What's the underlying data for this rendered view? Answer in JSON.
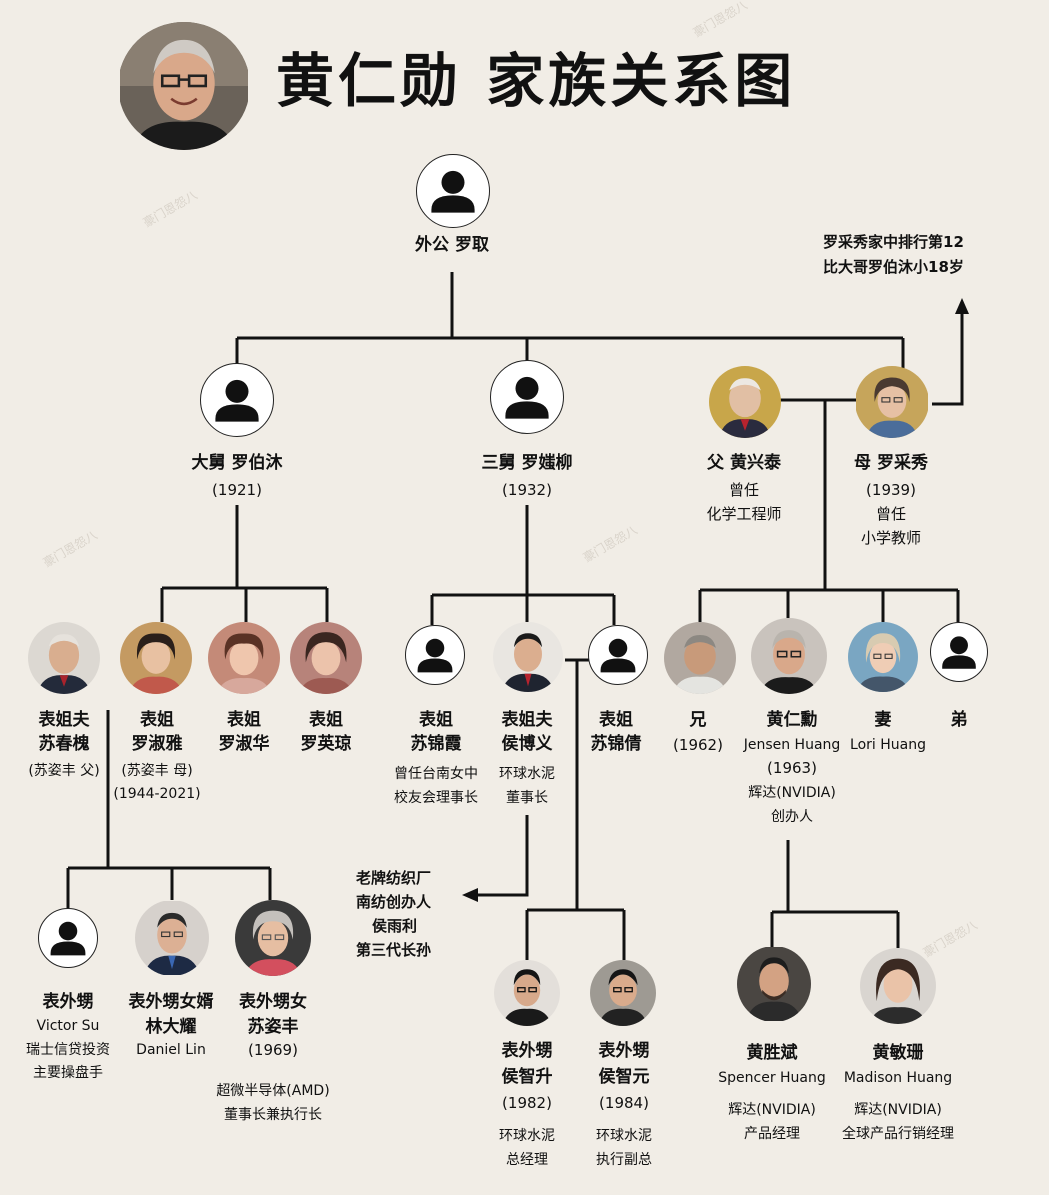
{
  "title": "黄仁勋  家族关系图",
  "colors": {
    "background": "#f1ede6",
    "line": "#111111",
    "avatar_bg": "#ffffff"
  },
  "people": {
    "grandfather": {
      "name": "外公 罗取"
    },
    "uncle1": {
      "name": "大舅 罗伯沐",
      "year": "(1921)"
    },
    "uncle3": {
      "name": "三舅 罗媸柳",
      "year": "(1932)"
    },
    "father": {
      "name": "父 黄兴泰",
      "desc1": "曾任",
      "desc2": "化学工程师"
    },
    "mother": {
      "name": "母 罗采秀",
      "year": "(1939)",
      "desc1": "曾任",
      "desc2": "小学教师"
    },
    "su_chunhuai": {
      "rel": "表姐夫",
      "name": "苏春槐",
      "note": "(苏姿丰 父)"
    },
    "luo_shuya": {
      "rel": "表姐",
      "name": "罗淑雅",
      "note": "(苏姿丰 母)",
      "years": "(1944-2021)"
    },
    "luo_shuhua": {
      "rel": "表姐",
      "name": "罗淑华"
    },
    "luo_yingqiong": {
      "rel": "表姐",
      "name": "罗英琼"
    },
    "su_jinxia": {
      "rel": "表姐",
      "name": "苏锦霞",
      "desc1": "曾任台南女中",
      "desc2": "校友会理事长"
    },
    "hou_boyi": {
      "rel": "表姐夫",
      "name": "侯博义",
      "desc1": "环球水泥",
      "desc2": "董事长"
    },
    "su_jinqian": {
      "rel": "表姐",
      "name": "苏锦倩"
    },
    "brother_elder": {
      "rel": "兄",
      "year": "(1962)"
    },
    "jensen": {
      "name": "黄仁勳",
      "en": "Jensen Huang",
      "year": "(1963)",
      "desc1": "辉达(NVIDIA)",
      "desc2": "创办人"
    },
    "wife": {
      "rel": "妻",
      "en": "Lori Huang"
    },
    "brother_younger": {
      "rel": "弟"
    },
    "victor": {
      "rel": "表外甥",
      "en": "Victor Su",
      "desc1": "瑞士信贷投资",
      "desc2": "主要操盘手"
    },
    "daniel": {
      "rel": "表外甥女婿",
      "name": "林大耀",
      "en": "Daniel Lin"
    },
    "lisa": {
      "rel": "表外甥女",
      "name": "苏姿丰",
      "year": "(1969)",
      "desc1": "超微半导体(AMD)",
      "desc2": "董事长兼执行长"
    },
    "hou_zhisheng": {
      "rel": "表外甥",
      "name": "侯智升",
      "year": "(1982)",
      "desc1": "环球水泥",
      "desc2": "总经理"
    },
    "hou_zhiyuan": {
      "rel": "表外甥",
      "name": "侯智元",
      "year": "(1984)",
      "desc1": "环球水泥",
      "desc2": "执行副总"
    },
    "spencer": {
      "name": "黄胜斌",
      "en": "Spencer Huang",
      "desc1": "辉达(NVIDIA)",
      "desc2": "产品经理"
    },
    "madison": {
      "name": "黄敏珊",
      "en": "Madison Huang",
      "desc1": "辉达(NVIDIA)",
      "desc2": "全球产品行销经理"
    }
  },
  "notes": {
    "mother_note_1": "罗采秀家中排行第12",
    "mother_note_2": "比大哥罗伯沐小18岁",
    "hou_note_1": "老牌纺织厂",
    "hou_note_2": "南纺创办人",
    "hou_note_3": "侯雨利",
    "hou_note_4": "第三代长孙"
  },
  "watermark": "豪门恩怨八"
}
